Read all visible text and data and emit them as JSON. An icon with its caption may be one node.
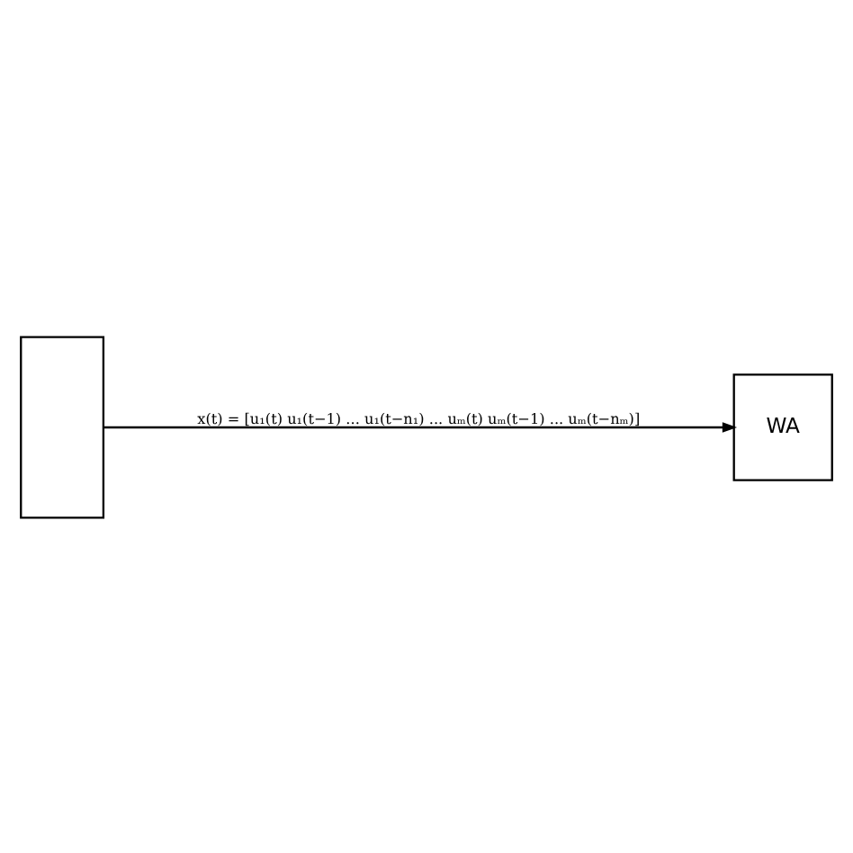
{
  "diagram": {
    "nodes": [
      {
        "text": [],
        "shape": "box"
      },
      {
        "text": [
          "WA"
        ]
      }
    ],
    "edges": [
      {
        "from": 0,
        "to": 1,
        "arrow": "to",
        "label": "x(t) = [u₁(t) u₁(t−1) ... u₁(t−n₁) ... uₘ(t) uₘ(t−1) ... uₘ(t−nₘ)]"
      }
    ]
  }
}
